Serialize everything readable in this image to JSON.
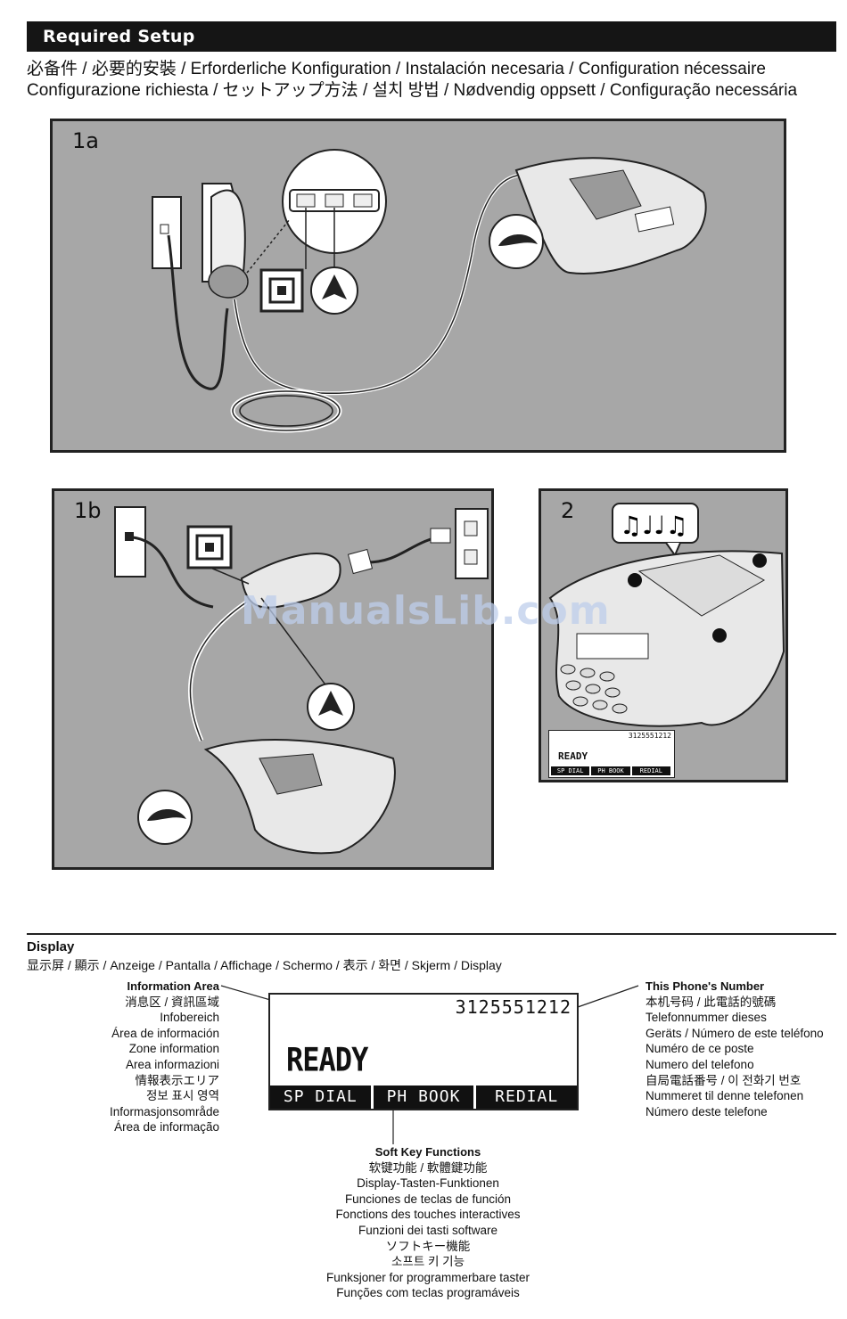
{
  "header": {
    "title": "Required Setup"
  },
  "setup_titles": {
    "line1": "必备件 / 必要的安裝 / Erforderliche Konfiguration / Instalación necesaria / Configuration nécessaire",
    "line2": "Configurazione richiesta / セットアップ方法 / 설치 방법 / Nødvendig oppsett / Configuração necessária"
  },
  "panels": {
    "p1a": "1a",
    "p1b": "1b",
    "p2": "2"
  },
  "mini_display": {
    "number": "3125551212",
    "status": "READY",
    "keys": [
      "SP DIAL",
      "PH BOOK",
      "REDIAL"
    ]
  },
  "watermark": "ManualsLib.com",
  "display_section": {
    "title": "Display",
    "subtitle": "显示屏 / 顯示 / Anzeige / Pantalla / Affichage / Schermo / 表示 / 화면 / Skjerm / Display"
  },
  "info_area": {
    "heading": "Information Area",
    "lines": [
      "消息区 / 資訊區域",
      "Infobereich",
      "Área de información",
      "Zone information",
      "Area informazioni",
      "情報表示エリア",
      "정보 표시 영역",
      "Informasjonsområde",
      "Área de informação"
    ]
  },
  "phone_number_labels": {
    "heading": "This Phone's Number",
    "lines": [
      "本机号码 / 此電話的號碼",
      "Telefonnummer dieses",
      "Geräts / Número de este teléfono",
      "Numéro de ce poste",
      "Numero del telefono",
      "自局電話番号 / 이 전화기 번호",
      "Nummeret til denne telefonen",
      "Número deste telefone"
    ]
  },
  "lcd": {
    "number": "3125551212",
    "status": "READY",
    "keys": [
      "SP DIAL",
      "PH BOOK",
      "REDIAL"
    ]
  },
  "soft_keys": {
    "heading": "Soft Key Functions",
    "lines": [
      "软键功能 / 軟體鍵功能",
      "Display-Tasten-Funktionen",
      "Funciones de teclas de función",
      "Fonctions des touches interactives",
      "Funzioni dei tasti software",
      "ソフトキー機能",
      "소프트 키 기능",
      "Funksjoner for programmerbare taster",
      "Funções com teclas programáveis"
    ]
  }
}
